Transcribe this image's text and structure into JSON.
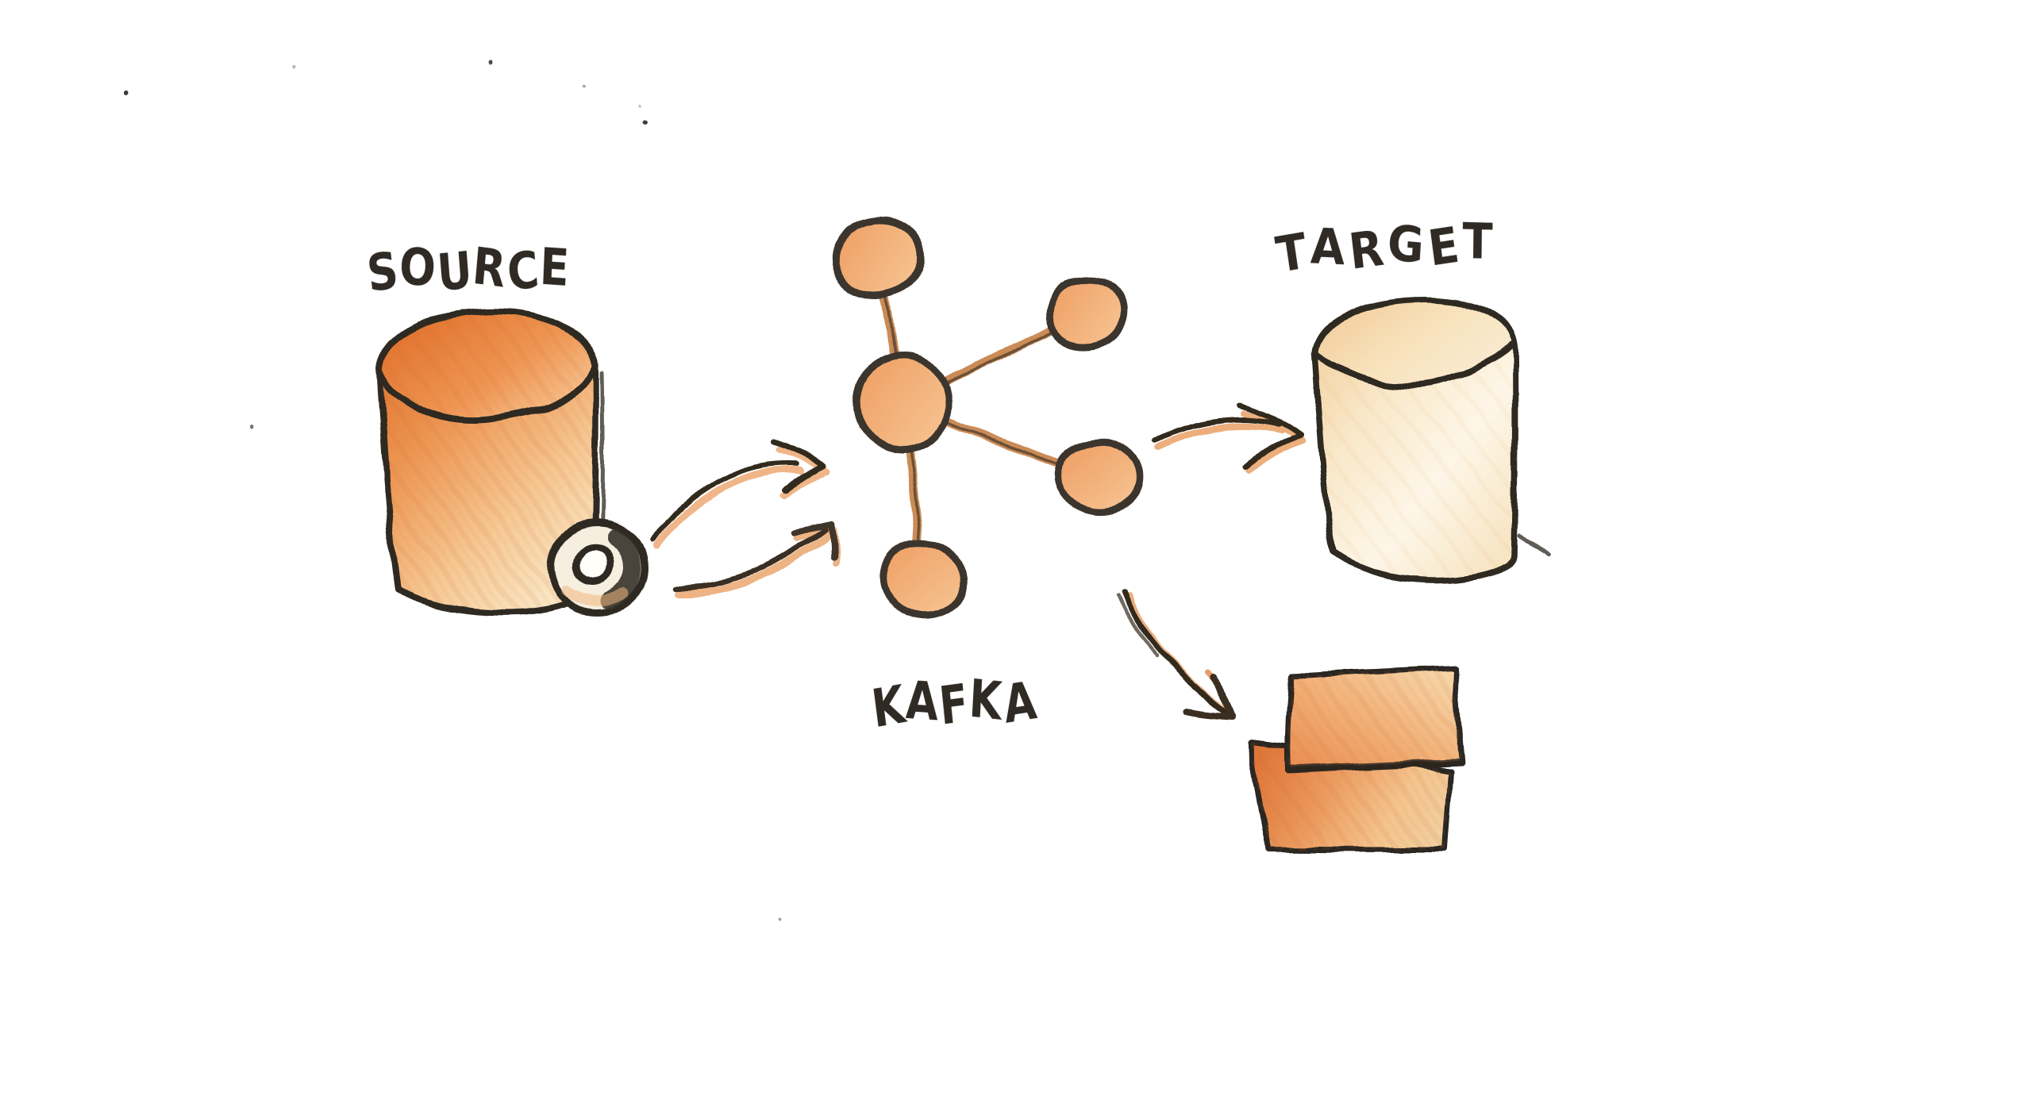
{
  "diagram": {
    "type": "hand-drawn data pipeline sketch",
    "labels": {
      "source": "SOURCE",
      "kafka": "KAFKA",
      "target": "TARGET"
    },
    "nodes": [
      {
        "id": "source-db",
        "label": "SOURCE",
        "shape": "cylinder with small wheel at bottom right"
      },
      {
        "id": "kafka-cluster",
        "label": "KAFKA",
        "shape": "graph of 5 connected filled circles"
      },
      {
        "id": "target-db",
        "label": "TARGET",
        "shape": "cylinder"
      },
      {
        "id": "message-stack",
        "label": "",
        "shape": "two overlapping rectangles"
      }
    ],
    "edges": [
      {
        "from": "source-db",
        "to": "kafka-cluster",
        "arrows": 2,
        "style": "curved sketch arrows"
      },
      {
        "from": "kafka-cluster",
        "to": "target-db",
        "arrows": 1,
        "style": "curved sketch arrow"
      },
      {
        "from": "kafka-cluster",
        "to": "message-stack",
        "arrows": 1,
        "style": "curved sketch arrow"
      }
    ],
    "colors": {
      "background": "#ffffff",
      "ink": "#2f2a24",
      "crayon_orange": "#ee9a58",
      "crayon_orange_dark": "#e1762f",
      "crayon_peach": "#f6c894",
      "crayon_cream": "#f9ead0",
      "edge_tan": "#c8854d"
    }
  }
}
